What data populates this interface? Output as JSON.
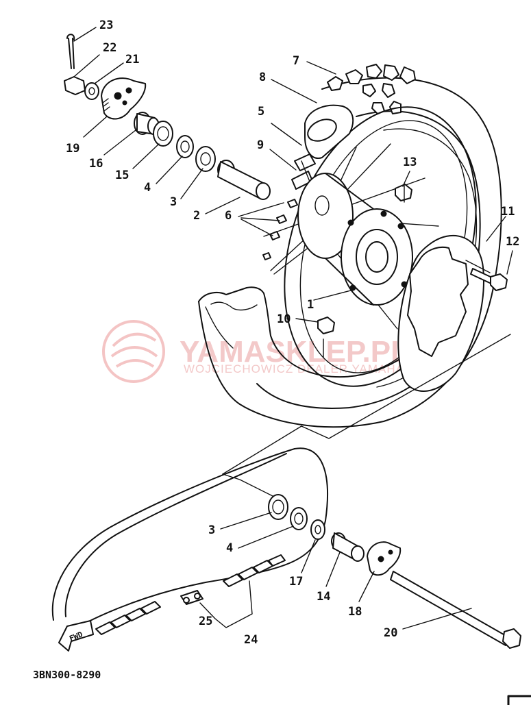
{
  "diagram_code": "3BN300-8290",
  "watermark": {
    "title": "YAMASKLEP.PL",
    "subtitle": "WOJCIECHOWICZ DEALER YAMAHA"
  },
  "fwd_label": "FWD",
  "callouts": {
    "c1": "1",
    "c2": "2",
    "c3a": "3",
    "c4a": "4",
    "c5": "5",
    "c6": "6",
    "c7": "7",
    "c8": "8",
    "c9": "9",
    "c10": "10",
    "c11": "11",
    "c12": "12",
    "c13": "13",
    "c15": "15",
    "c16": "16",
    "c19": "19",
    "c21": "21",
    "c22": "22",
    "c23": "23",
    "c3b": "3",
    "c4b": "4",
    "c14": "14",
    "c17": "17",
    "c18": "18",
    "c20": "20",
    "c24": "24",
    "c25": "25"
  }
}
